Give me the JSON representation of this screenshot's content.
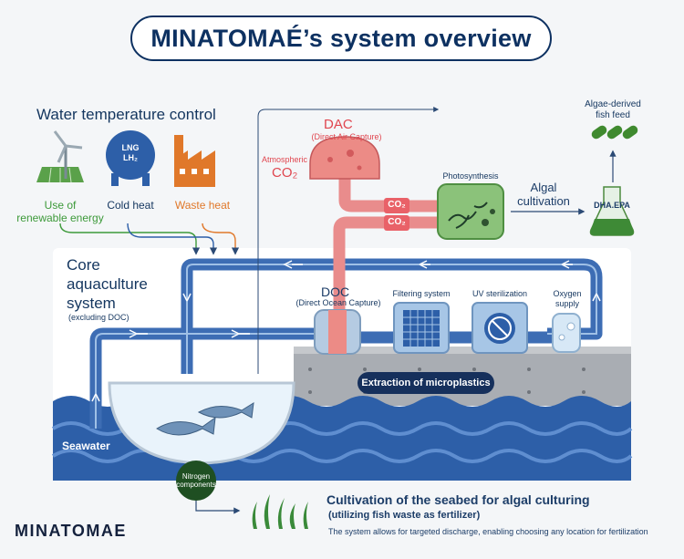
{
  "title": "MINATOMAÉ’s system overview",
  "water_temperature": {
    "heading": "Water temperature control",
    "renewable": "Use of\nrenewable energy",
    "cold_heat": "Cold heat",
    "waste_heat": "Waste heat",
    "lng": "LNG",
    "lh2": "LH₂"
  },
  "core": {
    "heading": "Core\naquaculture\nsystem",
    "sub": "(excluding DOC)"
  },
  "dac": {
    "name": "DAC",
    "full": "(Direct Air Capture)",
    "atmospheric": "Atmospheric",
    "co2_label": "CO₂"
  },
  "co2_tags": [
    "CO₂",
    "CO₂"
  ],
  "photosynthesis": "Photosynthesis",
  "algal_cultivation": "Algal\ncultivation",
  "dha_epa": "DHA.EPA",
  "algae_feed": "Algae-derived\nfish feed",
  "doc": {
    "name": "DOC",
    "full": "(Direct Ocean Capture)"
  },
  "filtering": "Filtering system",
  "uv": "UV sterilization",
  "oxygen": "Oxygen\nsupply",
  "microplastics": "Extraction of microplastics",
  "seawater": "Seawater",
  "nitrogen": "Nitrogen\ncomponents",
  "bottom": {
    "title": "Cultivation of the seabed for algal culturing",
    "sub": "(utilizing fish waste as fertilizer)",
    "note": "The system allows for targeted discharge, enabling choosing any location for fertilization"
  },
  "logo": "MINATOMAE",
  "colors": {
    "navy": "#0d3161",
    "pipe_blue": "#3d6db4",
    "pipe_red": "#e98c8c",
    "green": "#3d9a3a",
    "orange": "#e0782a",
    "water": "#2d5fa8"
  }
}
